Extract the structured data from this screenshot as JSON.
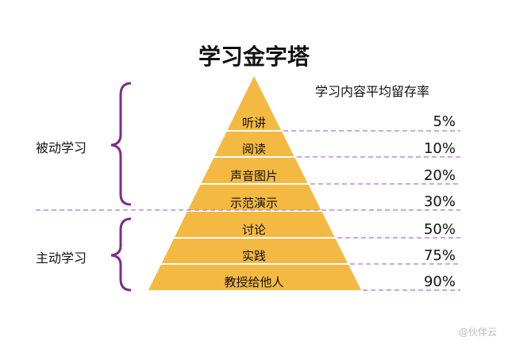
{
  "title": "学习金字塔",
  "subtitle": "学习内容平均留存率",
  "groups": {
    "passive": "被动学习",
    "active": "主动学习"
  },
  "levels": [
    {
      "label": "听讲",
      "retention": "5%"
    },
    {
      "label": "阅读",
      "retention": "10%"
    },
    {
      "label": "声音图片",
      "retention": "20%"
    },
    {
      "label": "示范演示",
      "retention": "30%"
    },
    {
      "label": "讨论",
      "retention": "50%"
    },
    {
      "label": "实践",
      "retention": "75%"
    },
    {
      "label": "教授给他人",
      "retention": "90%"
    }
  ],
  "watermark": "@伙伴云",
  "colors": {
    "pyramid": "#F4B942",
    "brace": "#7B2D8E",
    "dash": "#A77BB8"
  }
}
